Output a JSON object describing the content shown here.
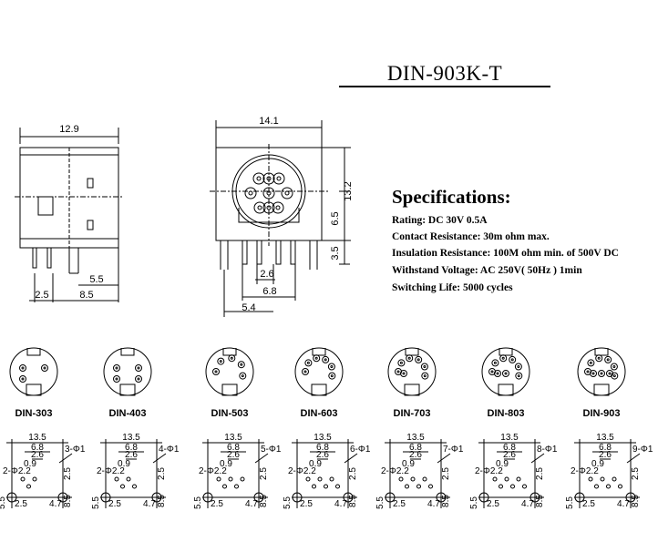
{
  "title": "DIN-903K-T",
  "specifications": {
    "heading": "Specifications:",
    "lines": [
      "Rating: DC 30V 0.5A",
      "Contact Resistance:    30m ohm max.",
      "Insulation Resistance: 100M ohm min. of 500V DC",
      "Withstand Voltage: AC 250V( 50Hz ) 1min",
      "Switching Life: 5000 cycles"
    ]
  },
  "side_view": {
    "width": "12.9",
    "dims": [
      "2.5",
      "8.5",
      "5.5"
    ]
  },
  "front_view": {
    "width": "14.1",
    "height": "13.2",
    "dims_right": [
      "6.5",
      "3.5"
    ],
    "dims_bottom": [
      "2.6",
      "6.8",
      "5.4"
    ]
  },
  "variants": [
    {
      "name": "DIN-303",
      "pins": 3
    },
    {
      "name": "DIN-403",
      "pins": 4
    },
    {
      "name": "DIN-503",
      "pins": 5
    },
    {
      "name": "DIN-603",
      "pins": 6
    },
    {
      "name": "DIN-703",
      "pins": 7
    },
    {
      "name": "DIN-803",
      "pins": 8
    },
    {
      "name": "DIN-903",
      "pins": 9
    }
  ],
  "footprint_labels": {
    "span": "13.5",
    "pitch_a": "6.8",
    "pitch_b": "2.6",
    "center": "0.9",
    "hole_large": "2-Φ2.2",
    "height_a": "2.5",
    "height_b": "8.5",
    "left_a": "5.5",
    "bottom_a": "2.5",
    "right_a": "4.7",
    "holes": [
      "3-Φ1",
      "4-Φ1",
      "5-Φ1",
      "6-Φ1",
      "7-Φ1",
      "8-Φ1",
      "9-Φ1"
    ]
  }
}
